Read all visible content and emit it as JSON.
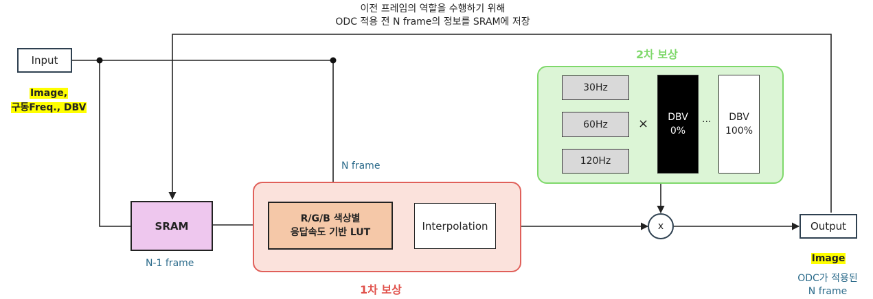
{
  "top_note": {
    "line1": "이전 프레임의 역할을 수행하기 위해",
    "line2": "ODC 적용 전 N frame의 정보를 SRAM에 저장"
  },
  "input": {
    "label": "Input",
    "data_line1": "Image,",
    "data_line2": "구동Freq., DBV"
  },
  "sram": {
    "label": "SRAM",
    "caption": "N-1 frame"
  },
  "n_frame_label": "N frame",
  "stage1": {
    "title": "1차 보상",
    "lut_line1": "R/G/B 색상별",
    "lut_line2": "응답속도 기반 LUT",
    "interp_label": "Interpolation"
  },
  "stage2": {
    "title": "2차 보상",
    "freqs": [
      "30Hz",
      "60Hz",
      "120Hz"
    ],
    "times": "×",
    "dbv_low": {
      "line1": "DBV",
      "line2": "0%"
    },
    "ellipsis": "···",
    "dbv_high": {
      "line1": "DBV",
      "line2": "100%"
    }
  },
  "multiplier": "x",
  "output": {
    "label": "Output",
    "data_label": "Image",
    "caption_line1": "ODC가 적용된",
    "caption_line2": "N frame"
  },
  "colors": {
    "stage1_border": "#e0605a",
    "stage1_fill": "#fbe2dc",
    "stage2_border": "#7ed86a",
    "stage2_fill": "#dcf5d6",
    "sram_fill": "#eec7ee",
    "lut_fill": "#f5c8a8",
    "highlight": "#ffff00",
    "caption_blue": "#2a6a8a"
  }
}
